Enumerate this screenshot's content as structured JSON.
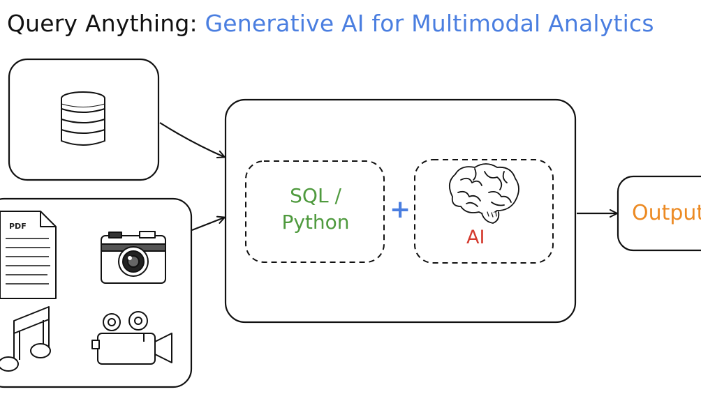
{
  "title": {
    "prefix": "Query Anything:",
    "highlight": "Generative AI for Multimodal Analytics"
  },
  "sources": {
    "database_icon": "database-icon",
    "media_icons": [
      "pdf-document-icon",
      "camera-icon",
      "music-note-icon",
      "video-camera-icon"
    ],
    "pdf_label": "PDF"
  },
  "processor": {
    "sql_line1": "SQL /",
    "sql_line2": "Python",
    "plus": "+",
    "ai_label": "AI",
    "brain_icon": "brain-icon"
  },
  "output": {
    "label": "Output"
  },
  "colors": {
    "title_blue": "#4a7ee0",
    "sql_green": "#4f9a3e",
    "ai_red": "#d43a2e",
    "output_orange": "#ec8a23",
    "stroke": "#111111"
  }
}
